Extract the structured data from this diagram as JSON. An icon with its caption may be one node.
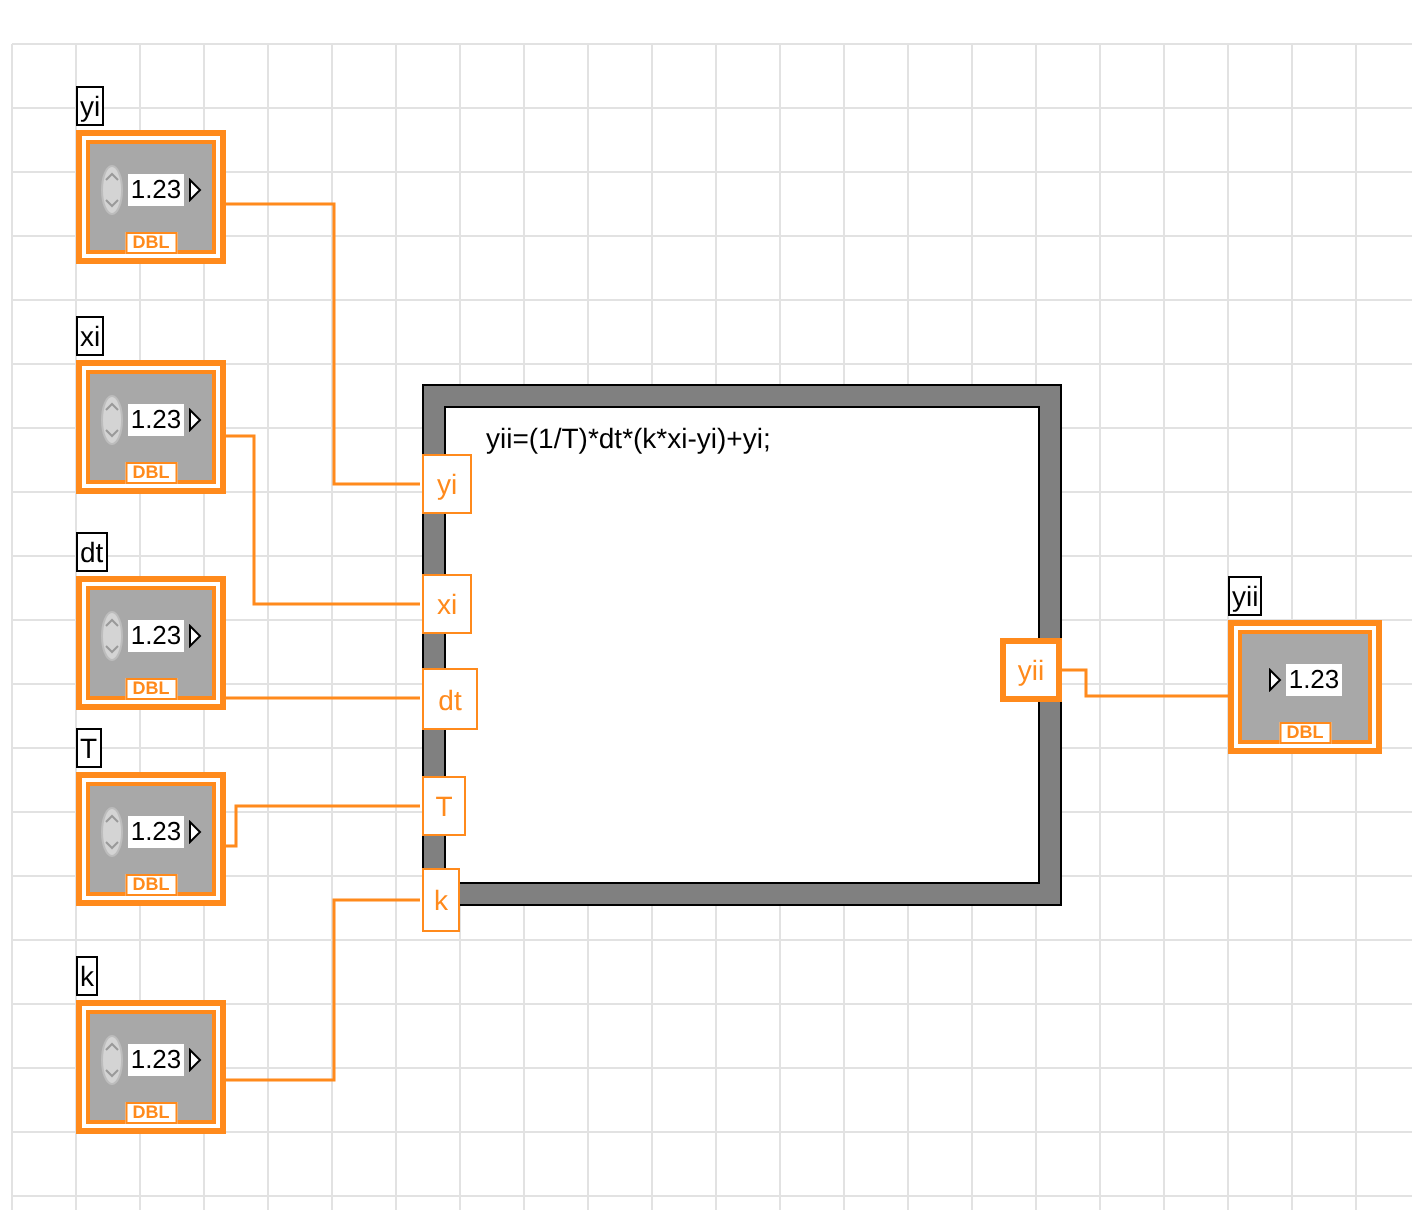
{
  "diagram": {
    "nodes": [
      {
        "text": [
          "yi",
          "1.23",
          "DBL"
        ]
      },
      {
        "text": [
          "xi",
          "1.23",
          "DBL"
        ]
      },
      {
        "text": [
          "dt",
          "1.23",
          "DBL"
        ]
      },
      {
        "text": [
          "T",
          "1.23",
          "DBL"
        ]
      },
      {
        "text": [
          "k",
          "1.23",
          "DBL"
        ]
      },
      {
        "text": [
          "yii=(1/T)*dt*(k*xi-yi)+yi;"
        ]
      },
      {
        "text": [
          "yi"
        ],
        "in": 5
      },
      {
        "text": [
          "xi"
        ],
        "in": 5
      },
      {
        "text": [
          "dt"
        ],
        "in": 5
      },
      {
        "text": [
          "T"
        ],
        "in": 5
      },
      {
        "text": [
          "k"
        ],
        "in": 5
      },
      {
        "text": [
          "yii"
        ],
        "in": 5
      },
      {
        "text": [
          "yii",
          "1.23",
          "DBL"
        ]
      }
    ],
    "edges": [
      {
        "from": 0,
        "to": 6,
        "arrow": "none"
      },
      {
        "from": 1,
        "to": 7,
        "arrow": "none"
      },
      {
        "from": 2,
        "to": 8,
        "arrow": "none"
      },
      {
        "from": 3,
        "to": 9,
        "arrow": "none"
      },
      {
        "from": 4,
        "to": 10,
        "arrow": "none"
      },
      {
        "from": 11,
        "to": 12,
        "arrow": "none"
      }
    ]
  }
}
